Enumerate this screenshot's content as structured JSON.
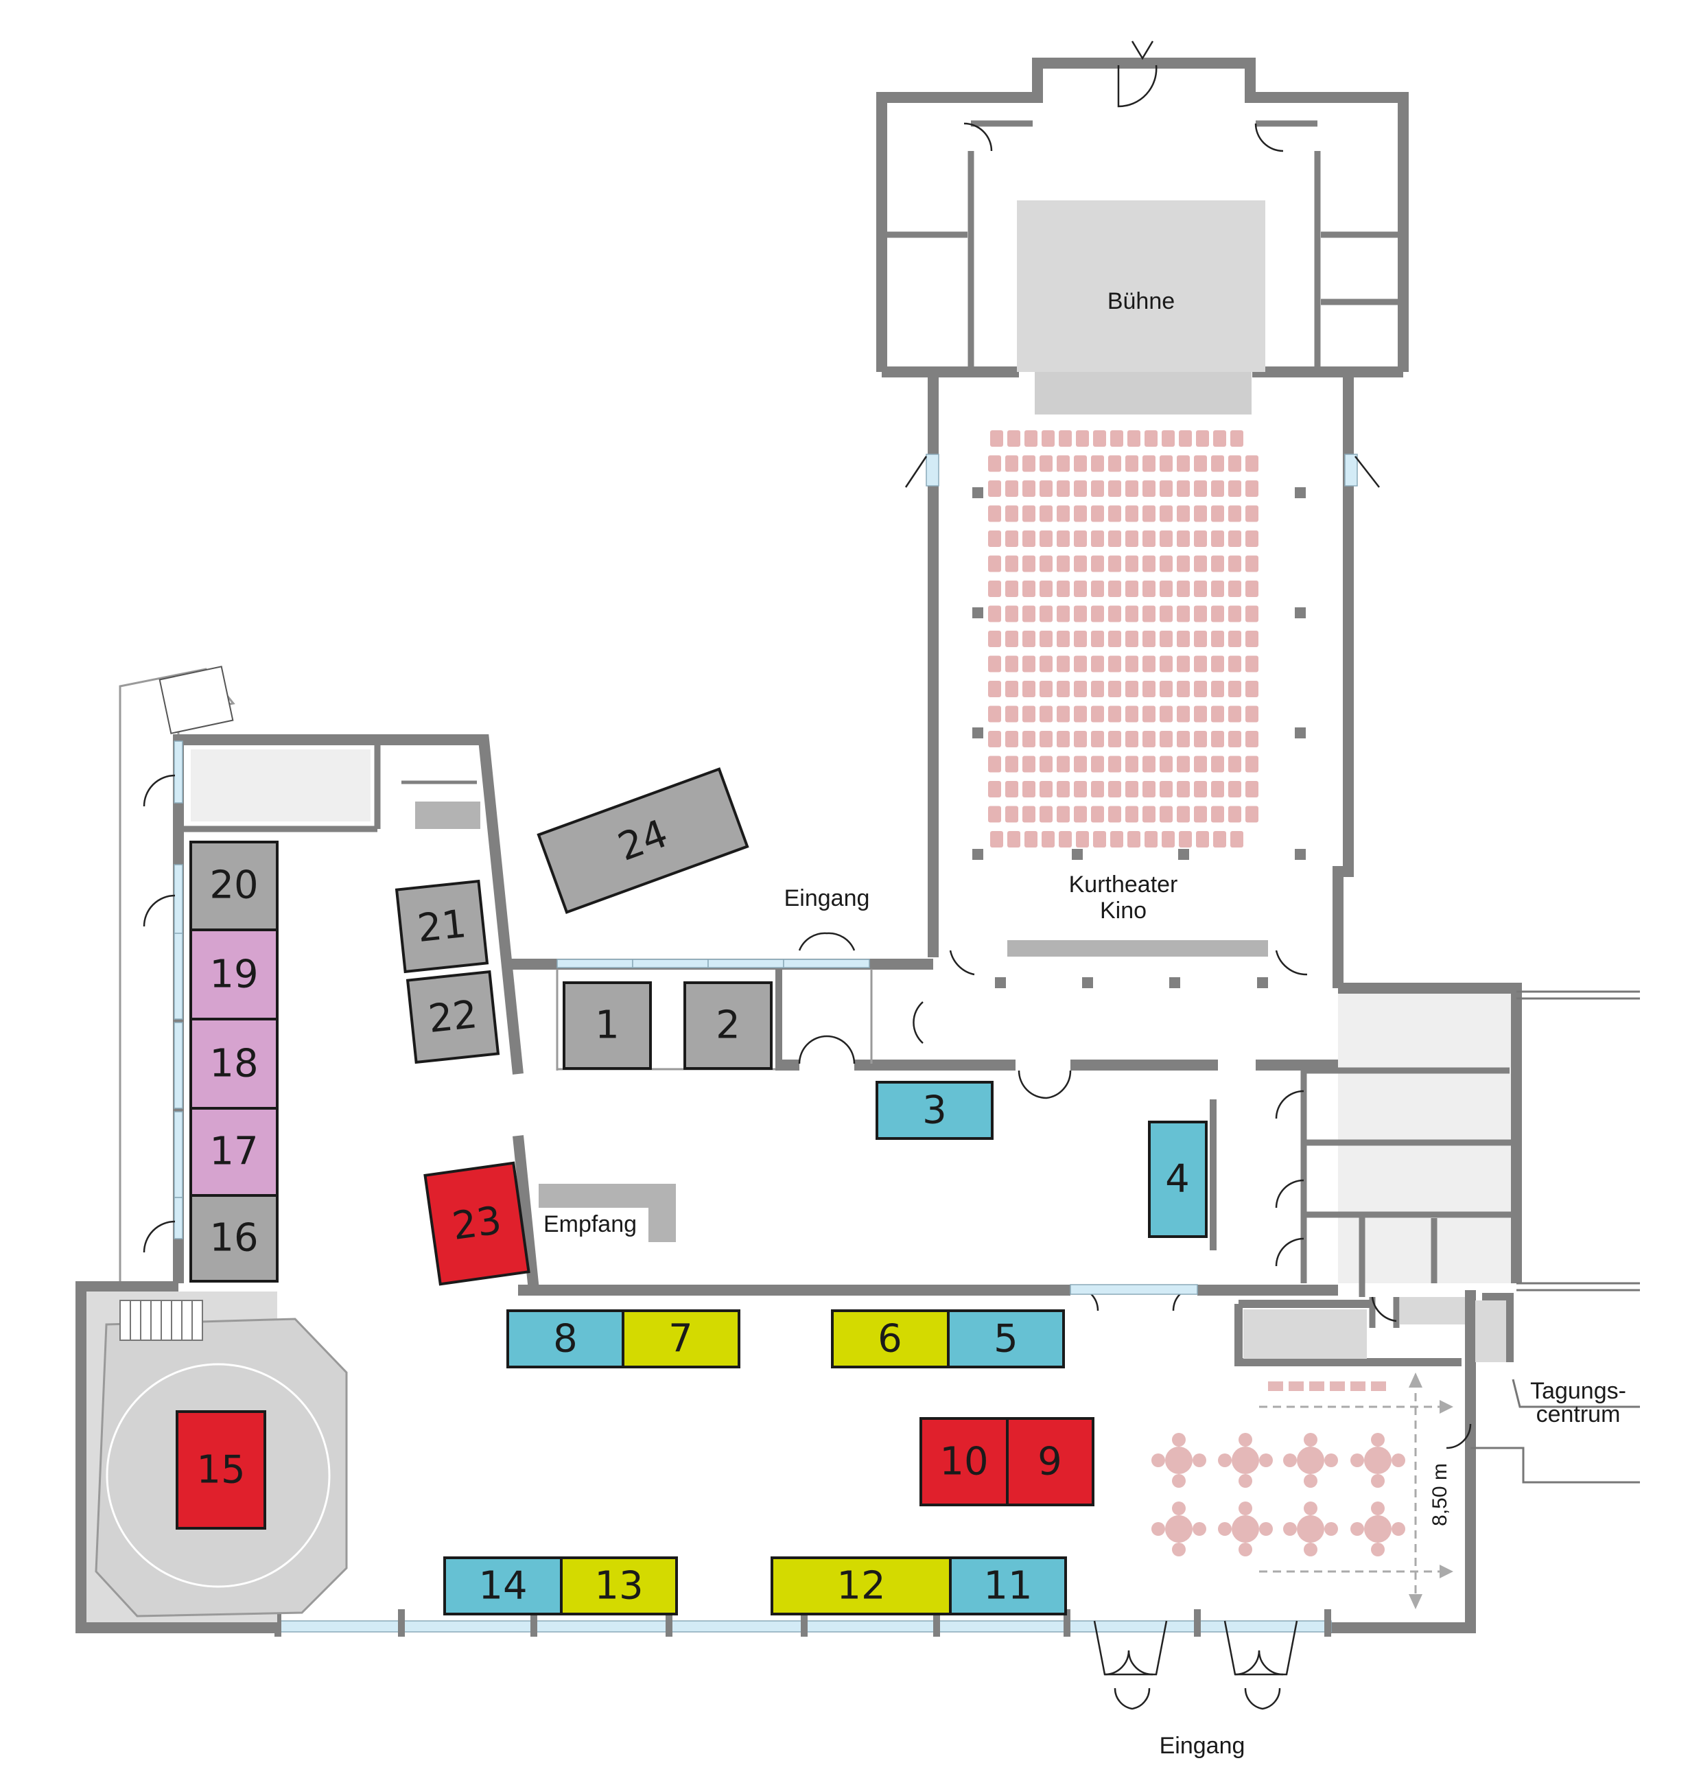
{
  "labels": {
    "stage": "Bühne",
    "theater_line1": "Kurtheater",
    "theater_line2": "Kino",
    "entrance_top": "Eingang",
    "entrance_bottom": "Eingang",
    "reception": "Empfang",
    "conference_line1": "Tagungs-",
    "conference_line2": "centrum",
    "dimension": "8,50 m"
  },
  "colors": {
    "grey": "#a6a6a6",
    "pink": "#d6a3cf",
    "red": "#e0202c",
    "yellow": "#d4da00",
    "blue": "#66c1d3",
    "wall": "#808080",
    "seat": "#e5b4b4",
    "table": "#e4b8b8"
  },
  "booths": [
    {
      "id": "1",
      "color": "grey"
    },
    {
      "id": "2",
      "color": "grey"
    },
    {
      "id": "3",
      "color": "blue"
    },
    {
      "id": "4",
      "color": "blue"
    },
    {
      "id": "5",
      "color": "blue"
    },
    {
      "id": "6",
      "color": "yellow"
    },
    {
      "id": "7",
      "color": "yellow"
    },
    {
      "id": "8",
      "color": "blue"
    },
    {
      "id": "9",
      "color": "red"
    },
    {
      "id": "10",
      "color": "red"
    },
    {
      "id": "11",
      "color": "blue"
    },
    {
      "id": "12",
      "color": "yellow"
    },
    {
      "id": "13",
      "color": "yellow"
    },
    {
      "id": "14",
      "color": "blue"
    },
    {
      "id": "15",
      "color": "red"
    },
    {
      "id": "16",
      "color": "grey"
    },
    {
      "id": "17",
      "color": "pink"
    },
    {
      "id": "18",
      "color": "pink"
    },
    {
      "id": "19",
      "color": "pink"
    },
    {
      "id": "20",
      "color": "grey"
    },
    {
      "id": "21",
      "color": "grey"
    },
    {
      "id": "22",
      "color": "grey"
    },
    {
      "id": "23",
      "color": "red"
    },
    {
      "id": "24",
      "color": "grey"
    }
  ]
}
